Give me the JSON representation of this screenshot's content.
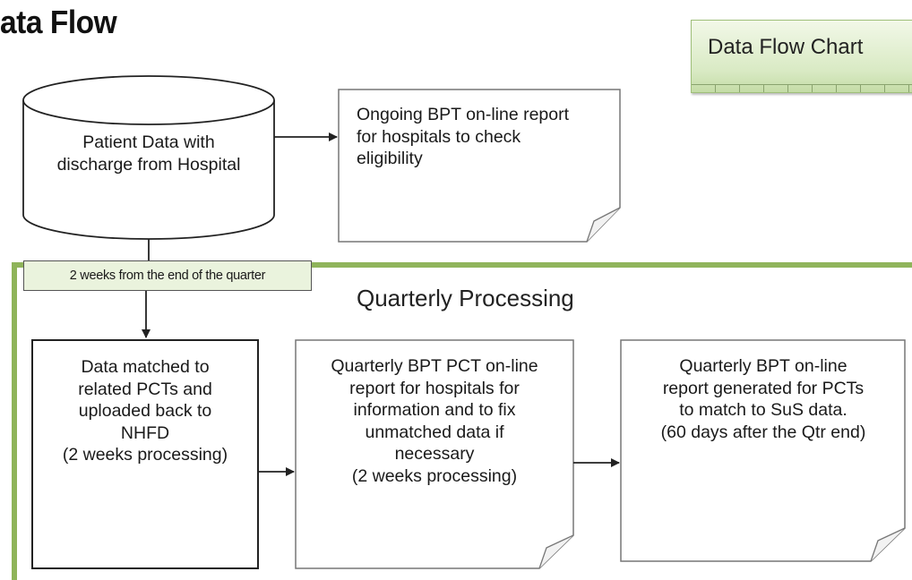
{
  "header": {
    "title": "ata Flow",
    "chart_tab_label": "Data Flow Chart"
  },
  "nodes": {
    "patient_data": [
      "Patient Data with",
      "discharge from Hospital"
    ],
    "ongoing_report": [
      "Ongoing BPT on-line report",
      "for hospitals to check",
      "eligibility"
    ],
    "data_matched": [
      "Data matched to",
      "related PCTs and",
      "uploaded back to",
      "NHFD",
      "(2 weeks processing)"
    ],
    "quarterly_pct_report": [
      "Quarterly BPT PCT on-line",
      "report for hospitals for",
      "information and to fix",
      "unmatched data if",
      "necessary",
      "(2 weeks processing)"
    ],
    "quarterly_report_pcts": [
      "Quarterly BPT on-line",
      "report generated for PCTs",
      "to match to SuS data.",
      "(60 days after the Qtr end)"
    ]
  },
  "quarter_label": "2 weeks from the end of the quarter",
  "section_title": "Quarterly Processing",
  "colors": {
    "section_border": "#8fb45a",
    "label_fill": "#eaf3dd",
    "tab_fill": "#d9eac4",
    "line": "#222222"
  }
}
